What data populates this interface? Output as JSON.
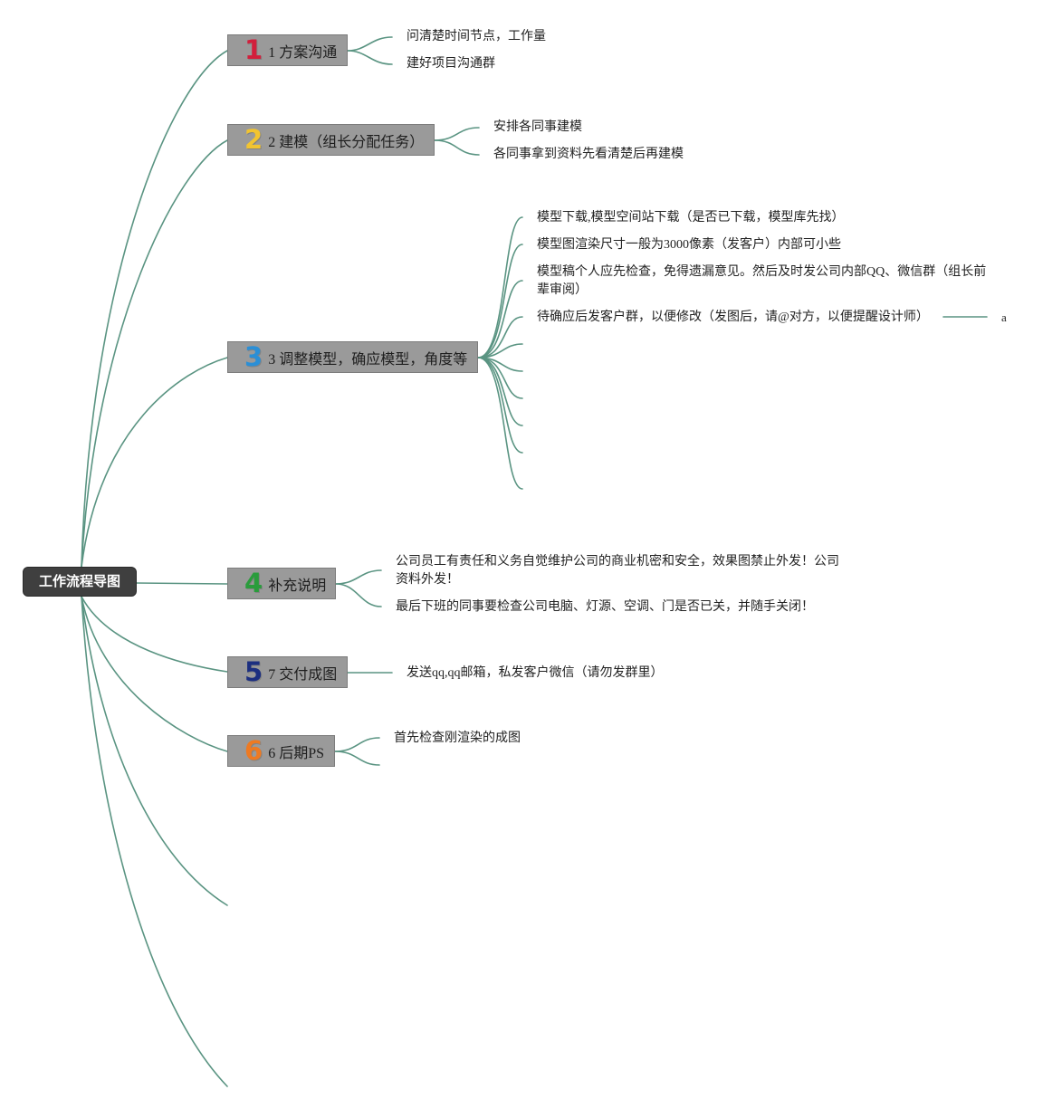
{
  "colors": {
    "connector": "#5a9482",
    "root_bg": "#3f3f3f",
    "topic_bg": "#9a9a9a",
    "num1": "#d21f3c",
    "num2": "#f2c430",
    "num3": "#2b8fd6",
    "num4": "#2a9c3c",
    "num5": "#1c2f80",
    "num6": "#ee7a22"
  },
  "root": {
    "label": "工作流程导图"
  },
  "topics": [
    {
      "num": "1",
      "label": "1 方案沟通",
      "children": [
        "问清楚时间节点，工作量",
        "建好项目沟通群"
      ]
    },
    {
      "num": "2",
      "label": "2 建模（组长分配任务）",
      "children": [
        "安排各同事建模",
        "各同事拿到资料先看清楚后再建模"
      ]
    },
    {
      "num": "3",
      "label": "3 调整模型，确应模型，角度等",
      "children": [
        "模型下载,模型空间站下载（是否已下载，模型库先找）",
        "模型图渲染尺寸一般为3000像素（发客户）内部可小些",
        "模型稿个人应先检查，免得遗漏意见。然后及时发公司内部QQ、微信群（组长前",
        "辈审阅）",
        "待确应后发客户群，以便修改（发图后，请@对方，以便提醒设计师）"
      ],
      "subnote": "a"
    },
    {
      "num": "4",
      "label": "补充说明",
      "children": [
        "公司员工有责任和义务自觉维护公司的商业机密和安全，效果图禁止外发！公司",
        "资料外发！",
        "最后下班的同事要检查公司电脑、灯源、空调、门是否已关，并随手关闭！"
      ]
    },
    {
      "num": "5",
      "label": "7 交付成图",
      "children": [
        "发送qq,qq邮箱，私发客户微信（请勿发群里）"
      ]
    },
    {
      "num": "6",
      "label": "6 后期PS",
      "children": [
        "首先检查刚渲染的成图"
      ]
    }
  ]
}
